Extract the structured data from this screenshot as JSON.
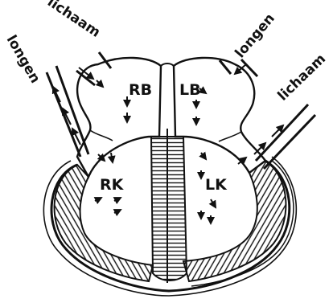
{
  "diagram": {
    "chambers": {
      "right_atrium": "RB",
      "left_atrium": "LB",
      "right_ventricle": "RK",
      "left_ventricle": "LK"
    },
    "vessels": {
      "top_left": "lichaam",
      "top_right": "longen",
      "left": "longen",
      "right": "lichaam"
    }
  },
  "colors": {
    "ink": "#111111",
    "paper": "#ffffff"
  }
}
